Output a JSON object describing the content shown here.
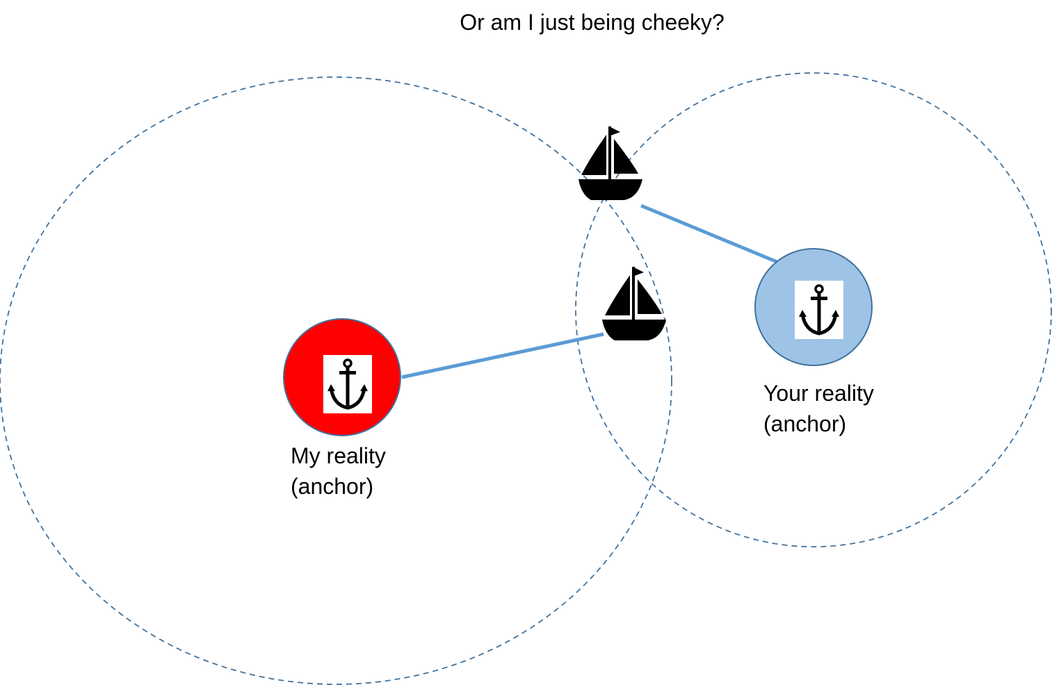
{
  "title": "Or am I just being cheeky?",
  "nodes": {
    "my_reality": {
      "line1": "My reality",
      "line2": "(anchor)",
      "color": "#ff0000",
      "icon": "anchor-icon"
    },
    "your_reality": {
      "line1": "Your reality",
      "line2": "(anchor)",
      "color": "#9dc3e6",
      "icon": "anchor-icon"
    }
  },
  "boats": [
    {
      "icon": "sailboat-icon",
      "tethered_to": "your_reality"
    },
    {
      "icon": "sailboat-icon",
      "tethered_to": "my_reality"
    }
  ],
  "colors": {
    "boundary_dash": "#41719c",
    "tether": "#5b9bd5",
    "node_border": "#41719c"
  }
}
